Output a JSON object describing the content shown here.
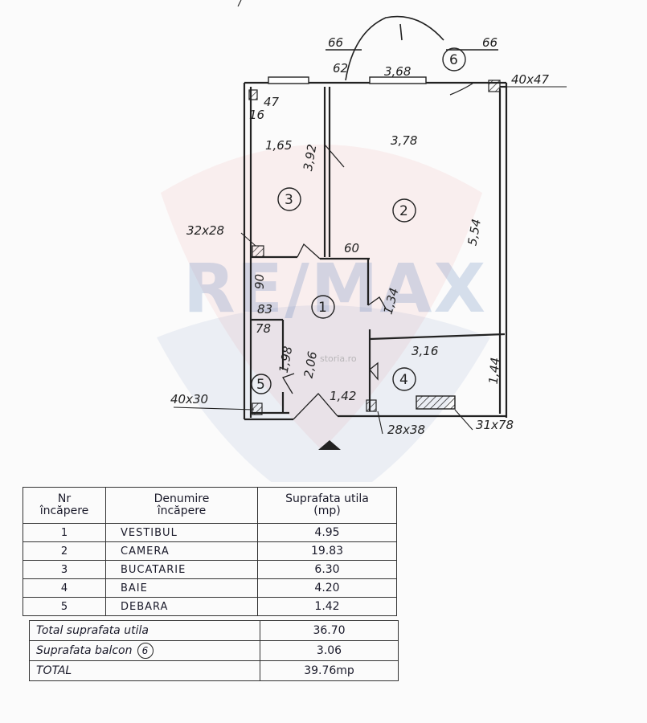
{
  "watermark": {
    "brand": "RE/MAX",
    "small": "storia.ro"
  },
  "dimensions": {
    "d66_left": "66",
    "d66_right": "66",
    "d62": "62",
    "d3_68": "3,68",
    "d40x47": "40x47",
    "d47": "47",
    "d16": "16",
    "d1_65": "1,65",
    "d3_92": "3,92",
    "d3_78": "3,78",
    "d5_54": "5,54",
    "d32x28": "32x28",
    "d60": "60",
    "d90": "90",
    "d83": "83",
    "d1_34": "1,34",
    "d78": "78",
    "d1_98": "1,98",
    "d2_06": "2,06",
    "d3_16": "3,16",
    "d1_44": "1,44",
    "d40x30": "40x30",
    "d1_42": "1,42",
    "d28x38": "28x38",
    "d31x78": "31x78"
  },
  "rooms": {
    "r1": "1",
    "r2": "2",
    "r3": "3",
    "r4": "4",
    "r5": "5",
    "r6": "6"
  },
  "table": {
    "headers": {
      "nr_line1": "Nr",
      "nr_line2": "încăpere",
      "name_line1": "Denumire",
      "name_line2": "încăpere",
      "area_line1": "Suprafata utila",
      "area_line2": "(mp)"
    },
    "rows": [
      {
        "nr": "1",
        "name": "VESTIBUL",
        "area": "4.95"
      },
      {
        "nr": "2",
        "name": "CAMERA",
        "area": "19.83"
      },
      {
        "nr": "3",
        "name": "BUCATARIE",
        "area": "6.30"
      },
      {
        "nr": "4",
        "name": "BAIE",
        "area": "4.20"
      },
      {
        "nr": "5",
        "name": "DEBARA",
        "area": "1.42"
      }
    ]
  },
  "totals": {
    "useful_label": "Total suprafata utila",
    "useful_value": "36.70",
    "balcony_label": "Suprafata balcon",
    "balcony_num": "6",
    "balcony_value": "3.06",
    "total_label": "TOTAL",
    "total_value": "39.76mp"
  }
}
